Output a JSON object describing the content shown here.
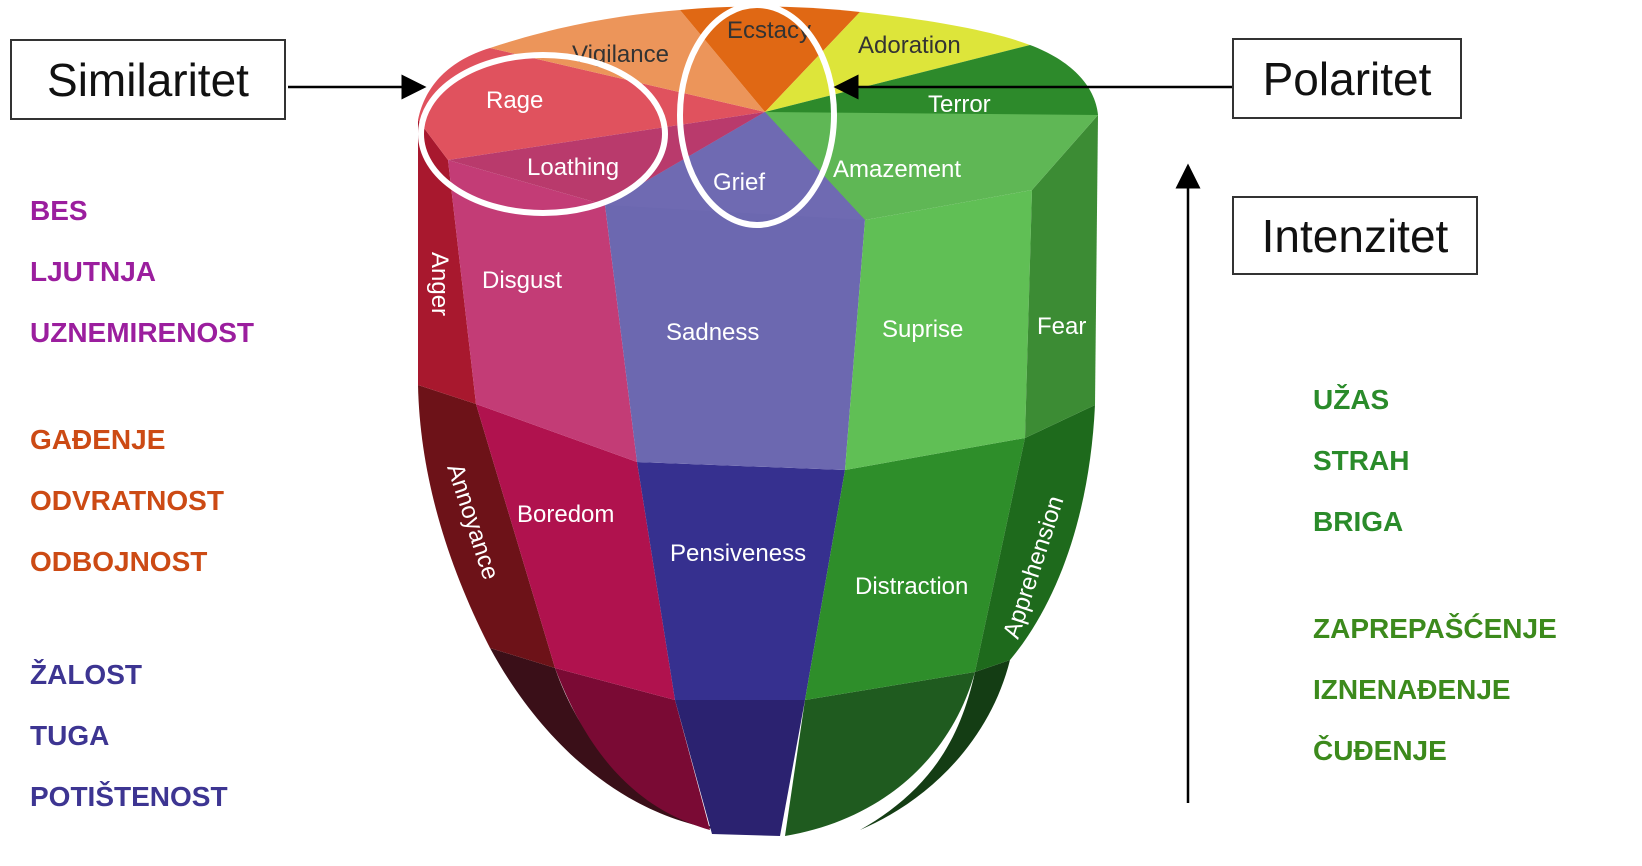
{
  "callouts": {
    "similarity": "Similaritet",
    "polarity": "Polaritet",
    "intensity": "Intenzitet"
  },
  "lists": {
    "anger": [
      "BES",
      "LJUTNJA",
      "UZNEMIRENOST"
    ],
    "disgust": [
      "GAĐENJE",
      "ODVRATNOST",
      "ODBOJNOST"
    ],
    "sadness": [
      "ŽALOST",
      "TUGA",
      "POTIŠTENOST"
    ],
    "fear": [
      "UŽAS",
      "STRAH",
      "BRIGA"
    ],
    "surprise": [
      "ZAPREPAŠĆENJE",
      "IZNENAĐENJE",
      "ČUĐENJE"
    ]
  },
  "emotions": {
    "top": {
      "vigilance": "Vigilance",
      "ecstacy": "Ecstacy",
      "adoration": "Adoration",
      "terror": "Terror",
      "rage": "Rage",
      "loathing": "Loathing",
      "grief": "Grief",
      "amazement": "Amazement"
    },
    "middle": {
      "anger": "Anger",
      "disgust": "Disgust",
      "sadness": "Sadness",
      "suprise": "Suprise",
      "fear": "Fear"
    },
    "lower": {
      "annoyance": "Annoyance",
      "boredom": "Boredom",
      "pensiveness": "Pensiveness",
      "distraction": "Distraction",
      "apprehension": "Apprehension"
    }
  },
  "colors": {
    "anger_list": "#9b1e9e",
    "disgust_list": "#cc4a14",
    "sadness_list": "#3d3592",
    "fear_list": "#2a8b2a",
    "surprise_list": "#3c8a1c"
  }
}
